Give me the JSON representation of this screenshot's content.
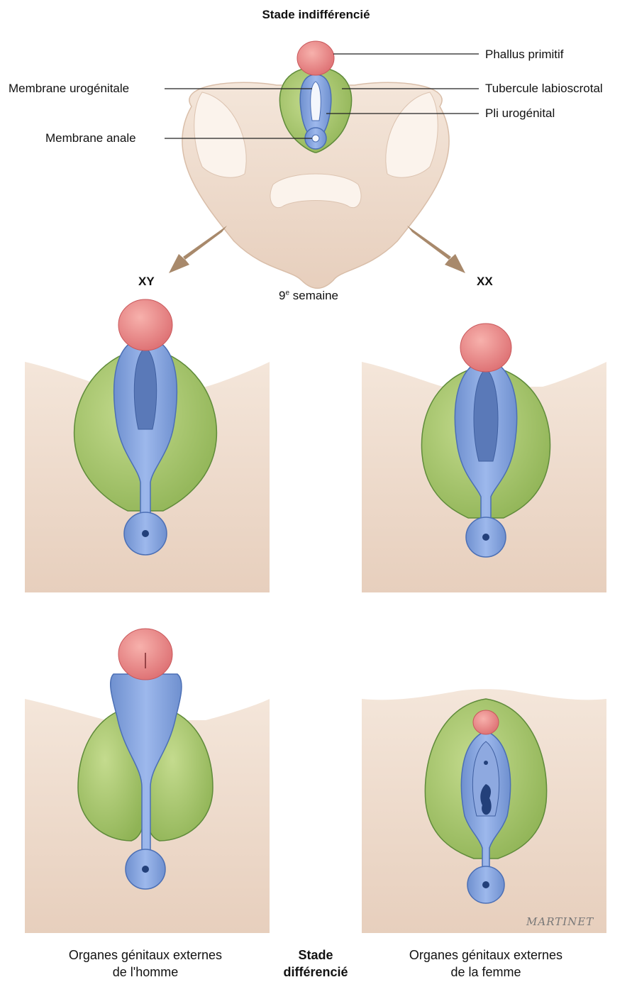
{
  "title": "Stade indifférencié",
  "labels": {
    "phallus": "Phallus primitif",
    "tubercule": "Tubercule labioscrotal",
    "pli": "Pli urogénital",
    "membrane_urogenitale": "Membrane urogénitale",
    "membrane_anale": "Membrane anale"
  },
  "xy": "XY",
  "xx": "XX",
  "week": {
    "num": "9",
    "sup": "e",
    "rest": " semaine"
  },
  "caption_male": {
    "line1": "Organes génitaux externes",
    "line2": "de l'homme"
  },
  "caption_female": {
    "line1": "Organes génitaux externes",
    "line2": "de la femme"
  },
  "caption_center": {
    "line1": "Stade",
    "line2": "différencié"
  },
  "signature": "MARTINET",
  "colors": {
    "skin": "#efdccd",
    "green": "#a9c86b",
    "blue": "#7f9fd9",
    "pink": "#ec8f8f",
    "arrow": "#a8896b"
  }
}
